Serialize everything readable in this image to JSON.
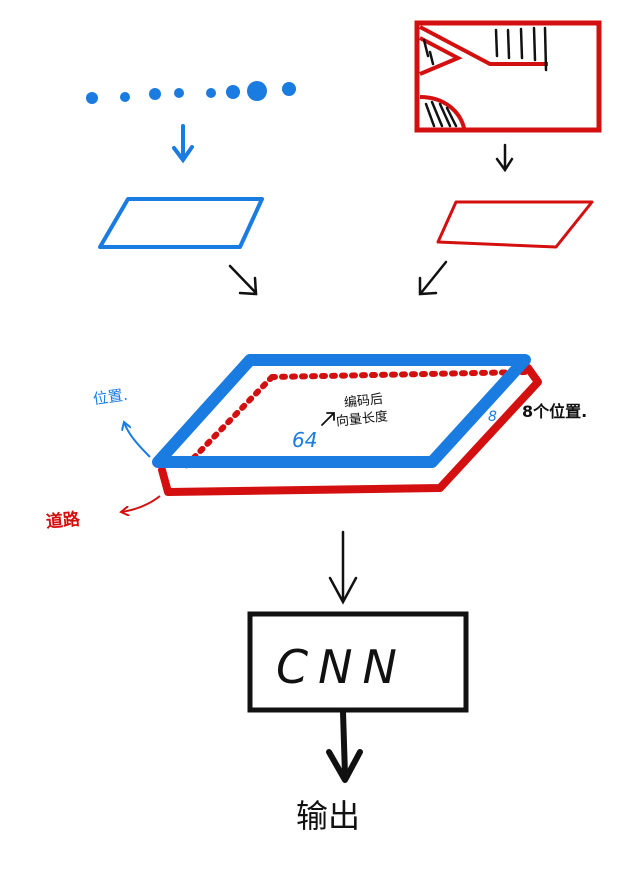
{
  "colors": {
    "blue": "#1a7be0",
    "red": "#d40f0f",
    "black": "#111111",
    "background": "#ffffff"
  },
  "labels": {
    "position_left": "位置.",
    "road": "道路",
    "encoding_line1": "编码后",
    "encoding_line2": "向量长度",
    "dim_64": "64",
    "dim_8": "8",
    "position_right": "8个位置.",
    "cnn": "CNN",
    "output": "输出"
  }
}
